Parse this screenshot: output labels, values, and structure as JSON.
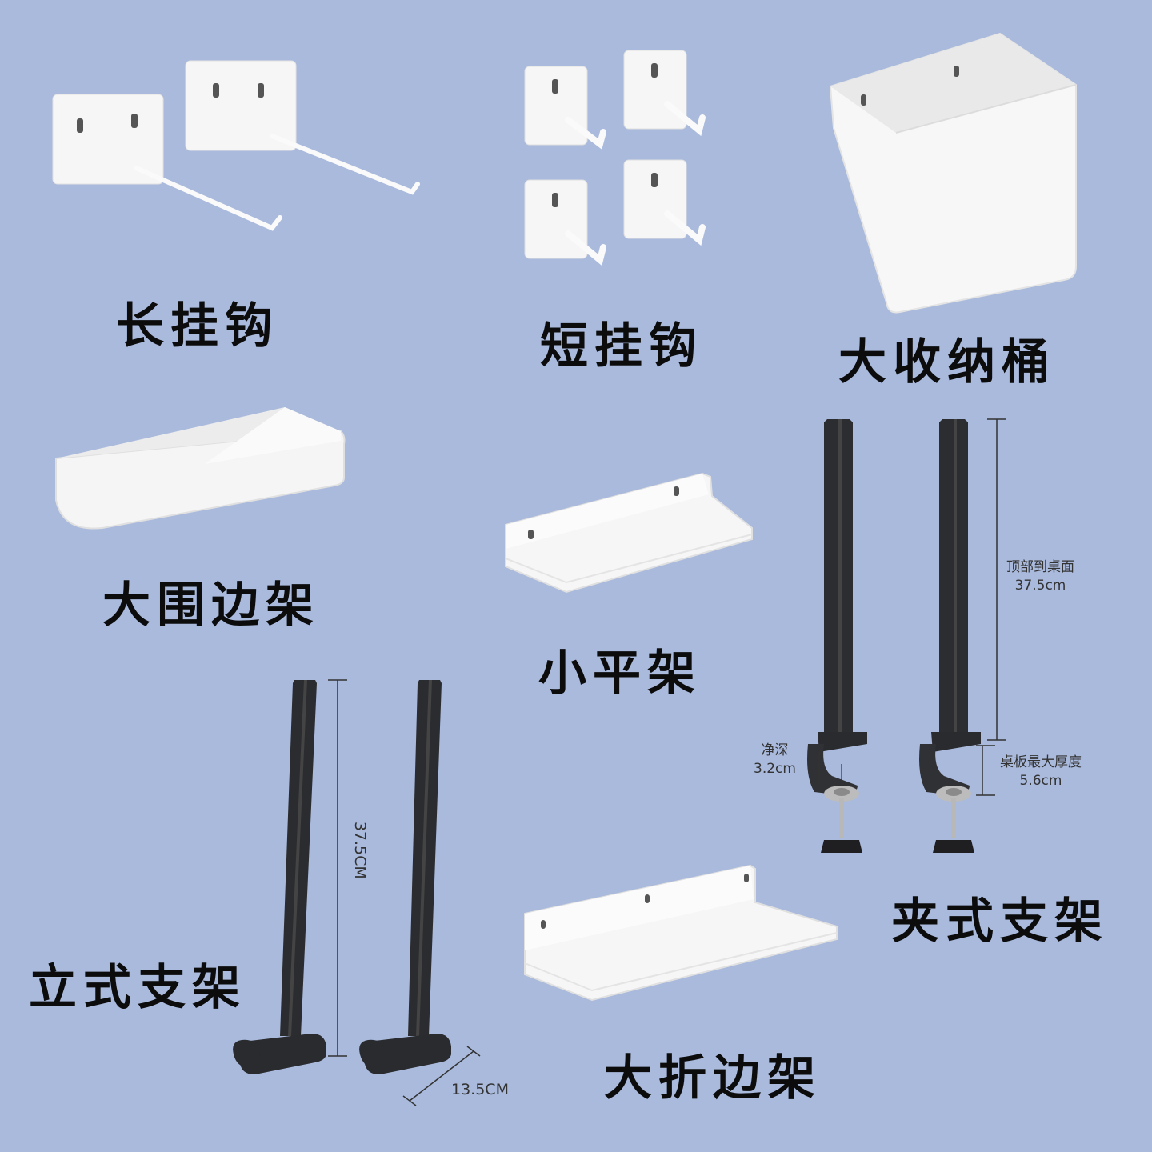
{
  "products": {
    "long_hook": "长挂钩",
    "short_hook": "短挂钩",
    "big_bucket": "大收纳桶",
    "big_rim_shelf": "大围边架",
    "small_flat_shelf": "小平架",
    "clamp_bracket": "夹式支架",
    "standing_bracket": "立式支架",
    "big_folded_shelf": "大折边架"
  },
  "dimensions": {
    "clamp_height_label": "顶部到桌面",
    "clamp_height_value": "37.5cm",
    "clamp_depth_label": "净深",
    "clamp_depth_value": "3.2cm",
    "clamp_thickness_label": "桌板最大厚度",
    "clamp_thickness_value": "5.6cm",
    "stand_height": "37.5CM",
    "stand_base": "13.5CM"
  },
  "colors": {
    "background": "#a9badd",
    "metal_black": "#2a2b2e",
    "metal_white": "#f5f5f5"
  }
}
